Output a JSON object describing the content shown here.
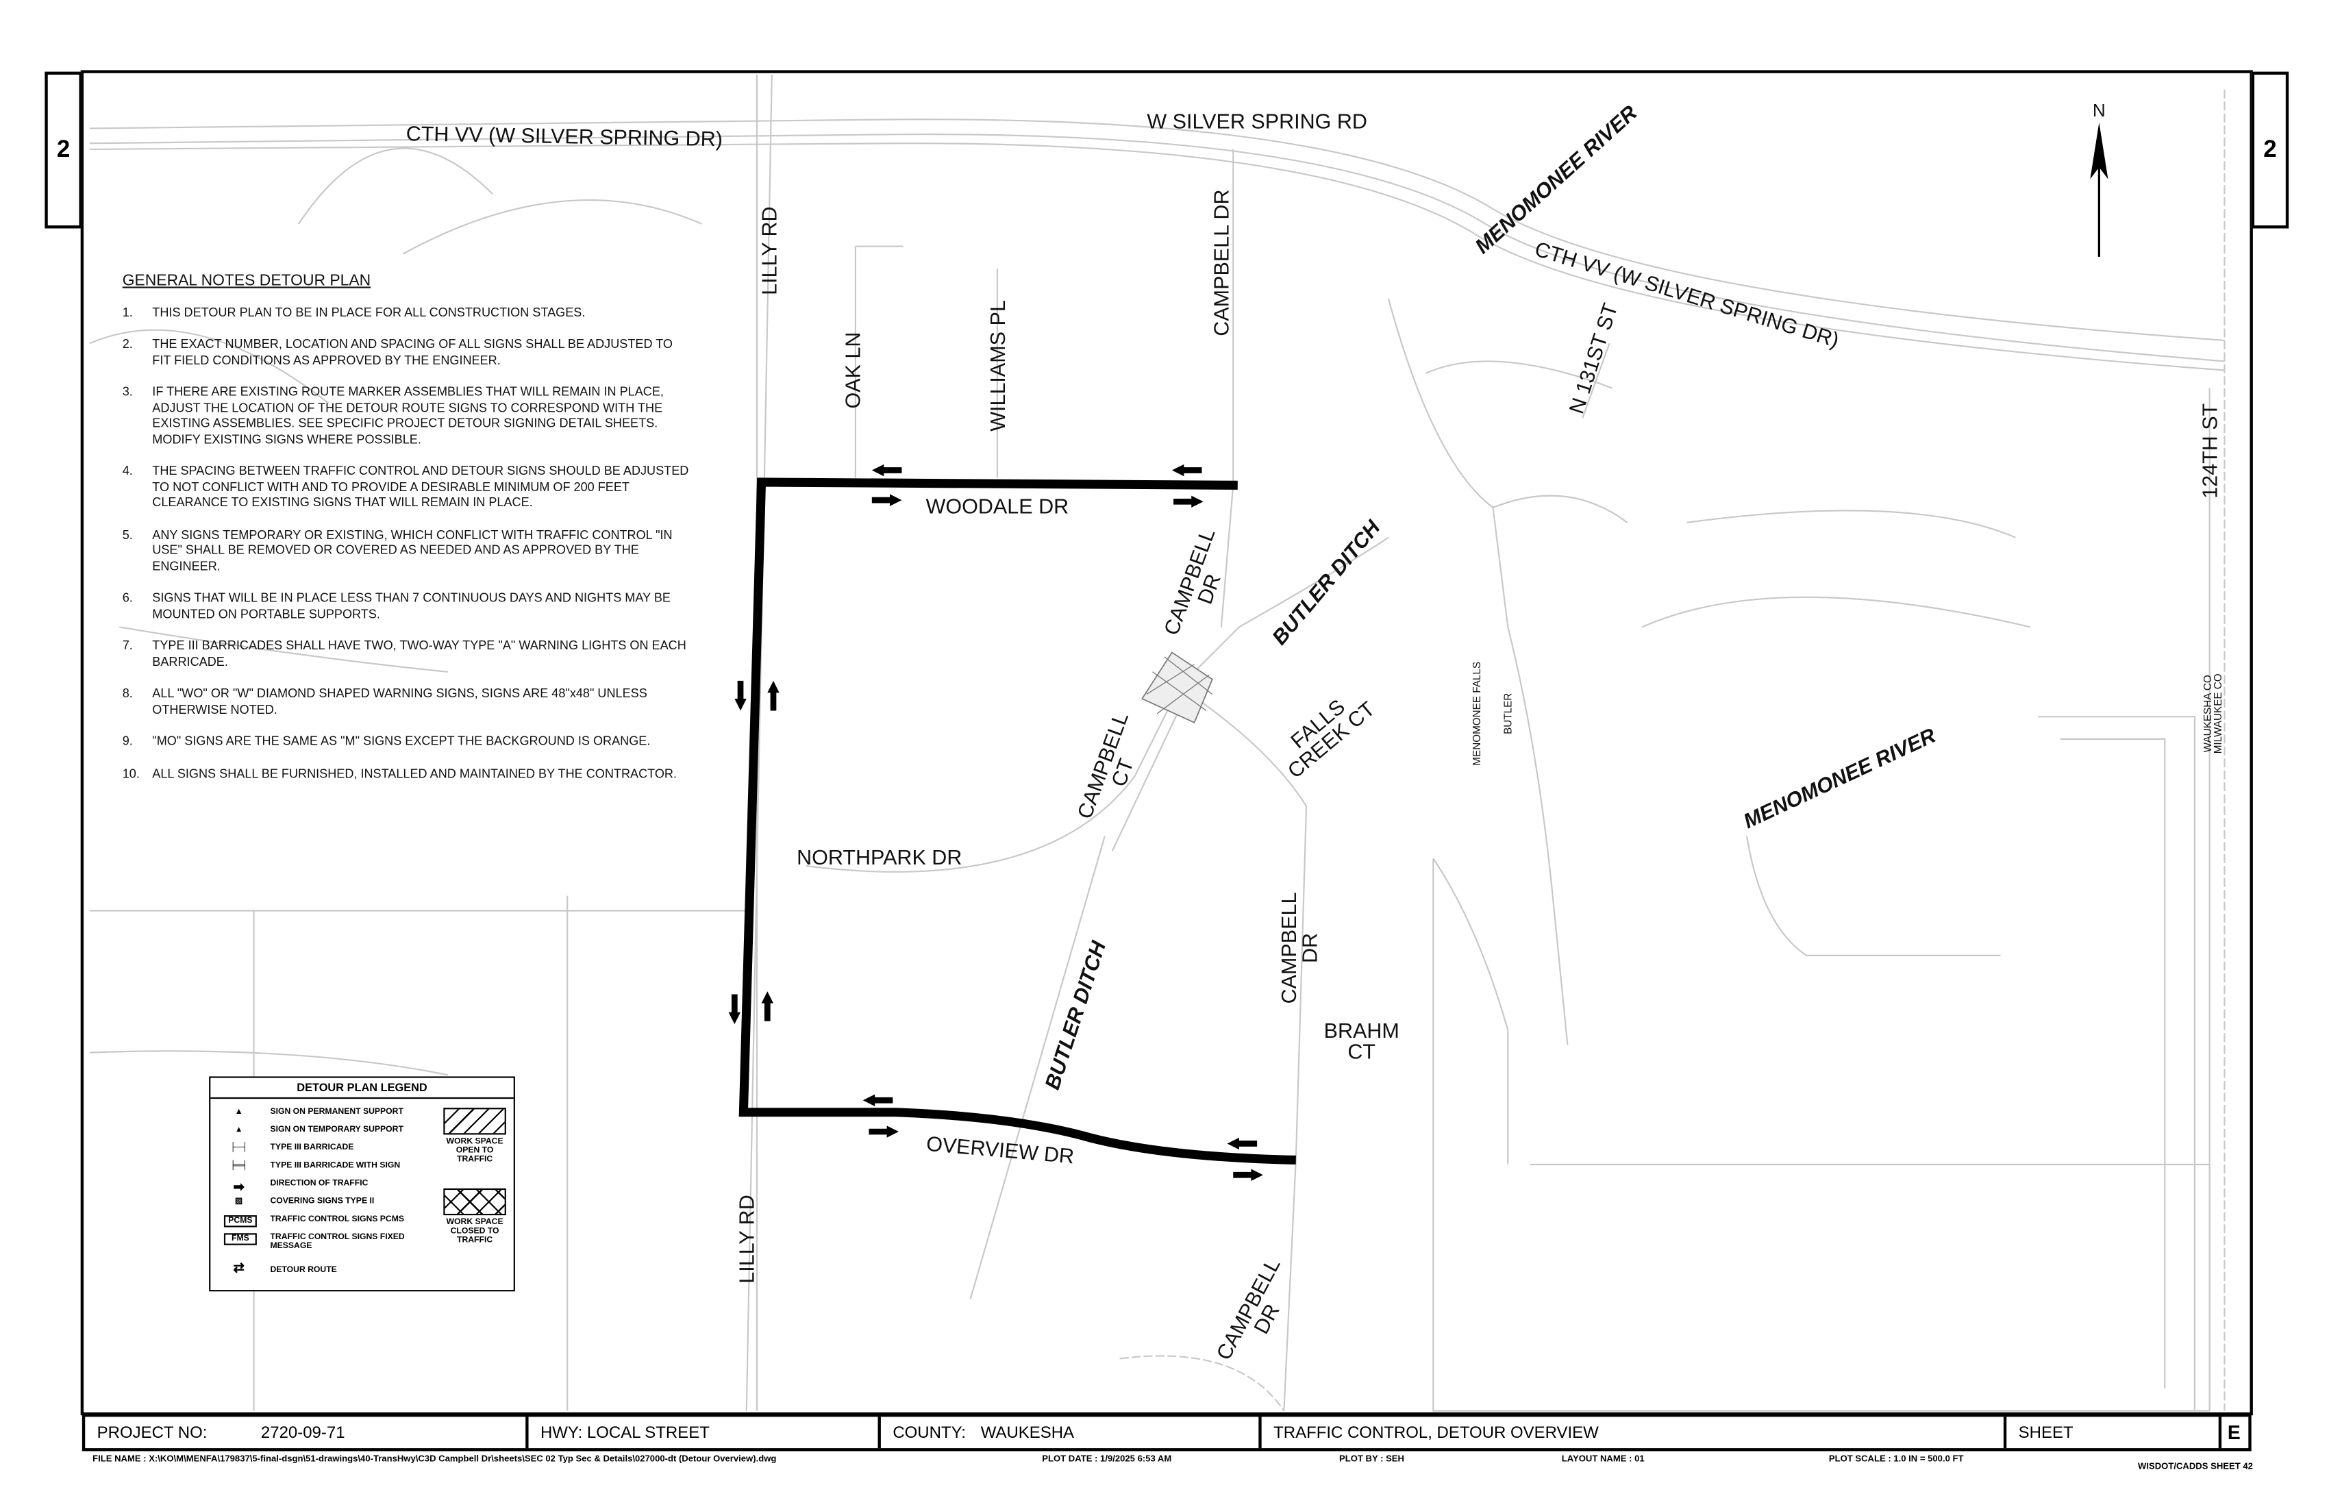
{
  "sheet_tabs": {
    "left": "2",
    "right": "2"
  },
  "north": "N",
  "roads": {
    "cth_vv_west": "CTH VV (W SILVER SPRING DR)",
    "w_silver_spring": "W SILVER SPRING RD",
    "menomonee_river_north": "MENOMONEE RIVER",
    "cth_vv_east": "CTH VV (W SILVER SPRING DR)",
    "lilly_rd_north": "LILLY RD",
    "campbell_dr_north": "CAMPBELL DR",
    "oak_ln": "OAK LN",
    "williams_pl": "WILLIAMS PL",
    "n_131st_st": "N 131ST ST",
    "124th_st": "124TH ST",
    "woodale_dr": "WOODALE DR",
    "campbell_dr_mid_1": "CAMPBELL",
    "campbell_dr_mid_2": "DR",
    "butler_ditch_north": "BUTLER DITCH",
    "campbell_ct_1": "CAMPBELL",
    "campbell_ct_2": "CT",
    "falls_creek_ct_1": "FALLS",
    "falls_creek_ct_2": "CREEK CT",
    "menomonee_falls": "MENOMONEE FALLS",
    "butler": "BUTLER",
    "waukesha_co": "WAUKESHA CO",
    "milwaukee_co": "MILWAUKEE CO",
    "menomonee_river_east": "MENOMONEE RIVER",
    "northpark_dr": "NORTHPARK DR",
    "butler_ditch_south": "BUTLER DITCH",
    "campbell_dr_south_1": "CAMPBELL",
    "campbell_dr_south_2": "DR",
    "brahm_ct_1": "BRAHM",
    "brahm_ct_2": "CT",
    "overview_dr": "OVERVIEW DR",
    "lilly_rd_south": "LILLY RD",
    "campbell_dr_bottom_1": "CAMPBELL",
    "campbell_dr_bottom_2": "DR"
  },
  "notes": {
    "title": "GENERAL NOTES DETOUR PLAN",
    "items": [
      {
        "n": "1.",
        "t": "THIS DETOUR PLAN TO BE IN PLACE FOR ALL CONSTRUCTION STAGES."
      },
      {
        "n": "2.",
        "t": "THE EXACT NUMBER, LOCATION AND SPACING OF ALL SIGNS SHALL BE ADJUSTED TO FIT FIELD CONDITIONS AS APPROVED BY THE ENGINEER."
      },
      {
        "n": "3.",
        "t": "IF THERE ARE EXISTING ROUTE MARKER ASSEMBLIES THAT WILL REMAIN IN PLACE, ADJUST THE LOCATION OF THE DETOUR ROUTE SIGNS TO CORRESPOND WITH THE EXISTING ASSEMBLIES. SEE SPECIFIC PROJECT DETOUR SIGNING DETAIL SHEETS. MODIFY EXISTING SIGNS WHERE POSSIBLE."
      },
      {
        "n": "4.",
        "t": "THE SPACING BETWEEN TRAFFIC CONTROL AND DETOUR SIGNS SHOULD BE ADJUSTED TO NOT CONFLICT WITH AND TO PROVIDE A DESIRABLE MINIMUM OF 200 FEET CLEARANCE TO EXISTING SIGNS THAT WILL REMAIN IN PLACE."
      },
      {
        "n": "5.",
        "t": "ANY SIGNS TEMPORARY OR EXISTING, WHICH CONFLICT WITH TRAFFIC CONTROL \"IN USE\" SHALL BE REMOVED OR COVERED AS NEEDED AND AS APPROVED BY THE ENGINEER."
      },
      {
        "n": "6.",
        "t": "SIGNS THAT WILL BE IN PLACE LESS THAN 7 CONTINUOUS DAYS AND NIGHTS MAY BE MOUNTED ON PORTABLE SUPPORTS."
      },
      {
        "n": "7.",
        "t": "TYPE III BARRICADES SHALL HAVE TWO, TWO-WAY TYPE \"A\" WARNING LIGHTS ON EACH BARRICADE."
      },
      {
        "n": "8.",
        "t": "ALL \"WO\" OR \"W\" DIAMOND SHAPED WARNING SIGNS, SIGNS ARE 48\"x48\" UNLESS OTHERWISE NOTED."
      },
      {
        "n": "9.",
        "t": "\"MO\" SIGNS ARE THE SAME AS \"M\" SIGNS EXCEPT THE BACKGROUND IS ORANGE."
      },
      {
        "n": "10.",
        "t": "ALL SIGNS SHALL BE FURNISHED, INSTALLED AND MAINTAINED BY THE CONTRACTOR."
      }
    ]
  },
  "legend": {
    "title": "DETOUR PLAN LEGEND",
    "items": [
      "SIGN ON PERMANENT SUPPORT",
      "SIGN ON TEMPORARY SUPPORT",
      "TYPE III BARRICADE",
      "TYPE III BARRICADE WITH SIGN",
      "DIRECTION OF TRAFFIC",
      "COVERING SIGNS TYPE II",
      "TRAFFIC CONTROL SIGNS PCMS",
      "TRAFFIC CONTROL SIGNS FIXED MESSAGE",
      "DETOUR ROUTE"
    ],
    "pcms_symbol": "PCMS",
    "fms_symbol": "FMS",
    "work_open": "WORK SPACE OPEN TO TRAFFIC",
    "work_closed": "WORK SPACE CLOSED TO TRAFFIC"
  },
  "title_block": {
    "project_label": "PROJECT NO:",
    "project_no": "2720-09-71",
    "hwy": "HWY: LOCAL STREET",
    "county_label": "COUNTY:",
    "county": "WAUKESHA",
    "sheet_title": "TRAFFIC CONTROL, DETOUR OVERVIEW",
    "sheet_label": "SHEET",
    "sheet_letter": "E"
  },
  "footer": {
    "file_name": "FILE NAME : X:\\KO\\M\\MENFA\\179837\\5-final-dsgn\\51-drawings\\40-TransHwy\\C3D Campbell Dr\\sheets\\SEC 02 Typ Sec & Details\\027000-dt (Detour Overview).dwg",
    "plot_date": "PLOT DATE : 1/9/2025 6:53 AM",
    "plot_by": "PLOT BY : SEH",
    "layout_name": "LAYOUT NAME : 01",
    "plot_scale": "PLOT SCALE : 1.0 IN = 500.0 FT",
    "cadds": "WISDOT/CADDS SHEET 42"
  }
}
